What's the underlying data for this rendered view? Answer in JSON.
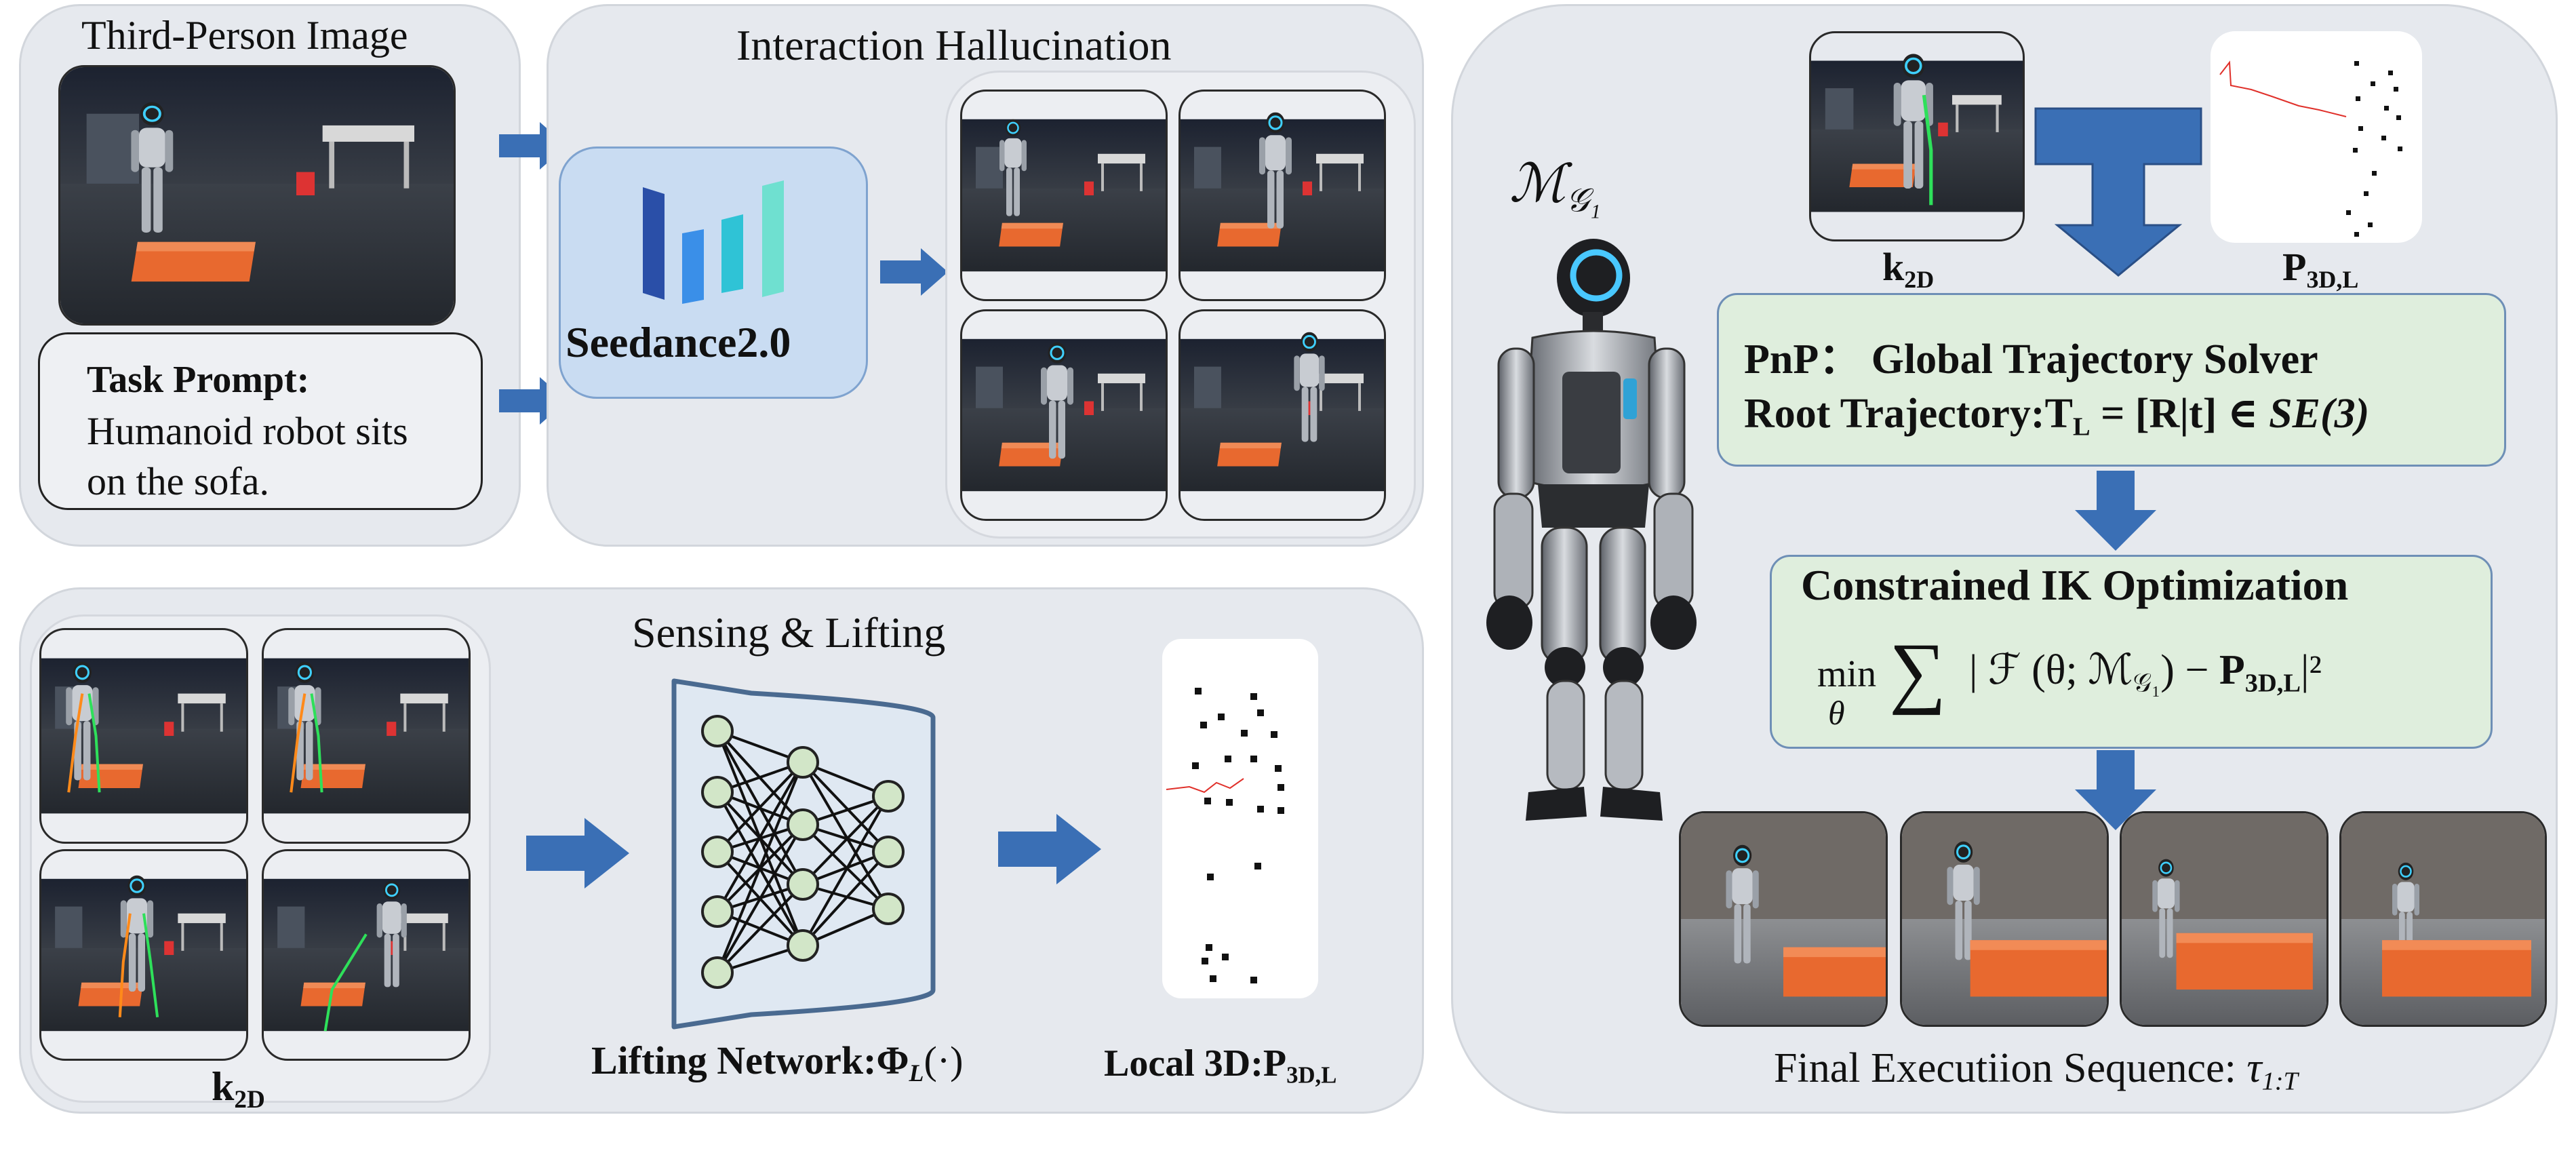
{
  "third_person": {
    "title": "Third-Person Image",
    "task_prompt_label": "Task Prompt:",
    "task_prompt_line1": "Humanoid robot sits",
    "task_prompt_line2": "on the sofa."
  },
  "hallucination": {
    "title": "Interaction Hallucination",
    "model_name": "Seedance2.0"
  },
  "sensing": {
    "title": "Sensing & Lifting",
    "k2d_label": "k",
    "k2d_sub": "2D",
    "lifting_label": "Lifting Network:",
    "lifting_formula": "Φ",
    "lifting_formula_sub": "L",
    "lifting_formula_tail": "(·)",
    "local3d_label": "Local 3D:",
    "local3d_formula": "P",
    "local3d_formula_sub": "3D,L"
  },
  "right": {
    "robot_model": "ℳ",
    "robot_model_sub": "𝒢₁",
    "k2d_label": "k",
    "k2d_sub": "2D",
    "p3d_label": "P",
    "p3d_sub": "3D,L",
    "pnp_line": "PnP： Global Trajectory Solver",
    "root_label": "Root Trajectory:",
    "root_formula_T": "T",
    "root_formula_T_sub": "L",
    "root_formula_rest": " = [R|t] ∈ ",
    "root_formula_se3": "SE(3)",
    "ik_title": "Constrained IK Optimization",
    "ik_min": "min",
    "ik_theta": "θ",
    "ik_sum": "∑",
    "ik_expr": "| ℱ (θ; ℳ",
    "ik_expr_sub": "𝒢₁",
    "ik_expr_tail": ") − ",
    "ik_P": "P",
    "ik_P_sub": "3D,L",
    "ik_tail": "|²",
    "final_label": "Final Executiion Sequence: ",
    "final_tau": "τ",
    "final_tau_sub": "1:T"
  },
  "colors": {
    "panel_bg": "#e6e9ee",
    "arrow_blue": "#3a6fb5",
    "green_box": "#dfeedd",
    "seedance_box": "#c9dcf2",
    "orange_sofa": "#e8692f"
  }
}
